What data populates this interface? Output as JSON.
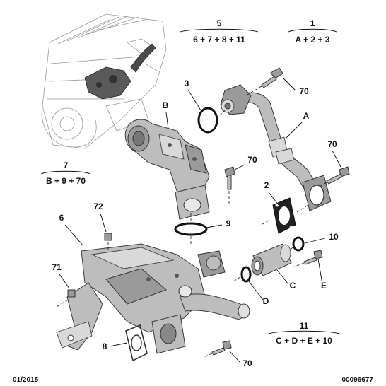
{
  "callouts": {
    "n5": "5",
    "f5": "6 + 7 + 8 + 11",
    "n1": "1",
    "f1": "A + 2 + 3",
    "n7": "7",
    "f7": "B + 9 + 70",
    "n11": "11",
    "f11": "C + D + E + 10"
  },
  "labels": {
    "B": "B",
    "A": "A",
    "C": "C",
    "D": "D",
    "E": "E",
    "l3": "3",
    "l2": "2",
    "l6": "6",
    "l8": "8",
    "l9": "9",
    "l10": "10",
    "l71": "71",
    "l72": "72",
    "l70a": "70",
    "l70b": "70",
    "l70c": "70",
    "l70d": "70"
  },
  "footer": {
    "date": "01/2015",
    "ref": "00096677"
  }
}
